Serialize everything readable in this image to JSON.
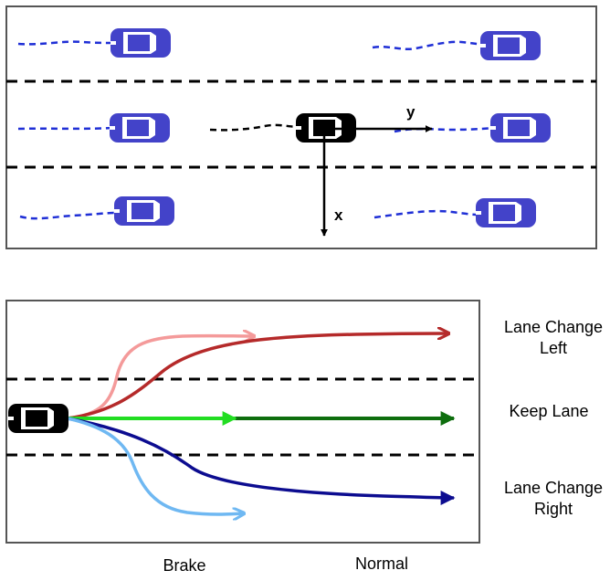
{
  "top_panel": {
    "axis_labels": {
      "y": "y",
      "x": "x"
    },
    "colors": {
      "other_cars": "#4343c9",
      "trajectory": "#1f2fd6",
      "ego_car": "#000000"
    }
  },
  "bottom_panel": {
    "maneuver_labels": {
      "lane_change_left": [
        "Lane Change",
        "Left"
      ],
      "keep_lane": "Keep Lane",
      "lane_change_right": [
        "Lane Change",
        "Right"
      ]
    },
    "mode_labels": {
      "brake": "Brake",
      "normal": "Normal"
    },
    "colors": {
      "left_brake": "#f49a9a",
      "left_normal": "#b52a2a",
      "keep_brake": "#22dd22",
      "keep_normal": "#0e6e0e",
      "right_brake": "#6fb8f2",
      "right_normal": "#0c0c90"
    }
  }
}
